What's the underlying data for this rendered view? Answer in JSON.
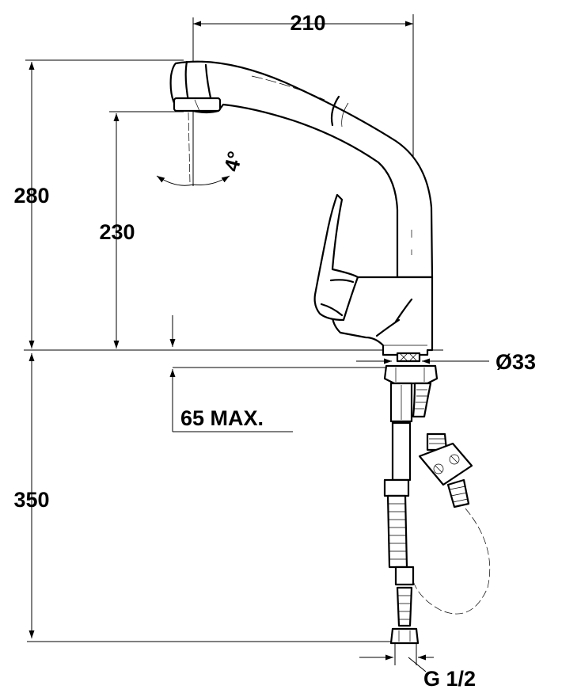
{
  "dimensions": {
    "width_total": "210",
    "height_total": "280",
    "spout_height": "230",
    "tilt_angle": "4°",
    "deck_thickness": "65 MAX.",
    "hole_diameter": "Ø33",
    "hose_length": "350",
    "thread": "G 1/2"
  }
}
